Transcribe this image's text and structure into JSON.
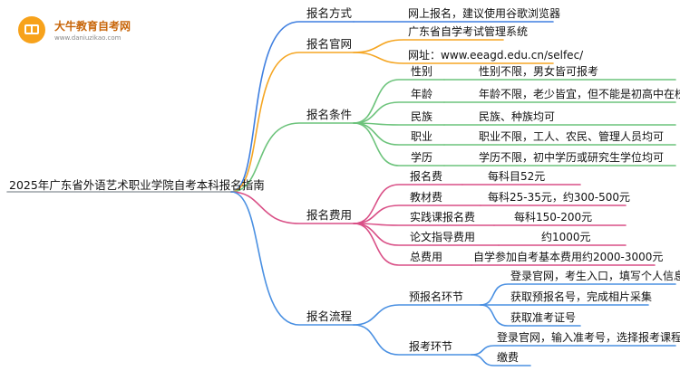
{
  "logo": {
    "name": "大牛教育自考网",
    "url": "www.daniuzikao.com"
  },
  "root": "2025年广东省外语艺术职业学院自考本科报名指南",
  "colors": {
    "b1": "#3f7fe0",
    "b2": "#f5a623",
    "b3": "#6cc37b",
    "b4": "#d94f86",
    "b5": "#4a90e2",
    "root": "#9aa0a6"
  },
  "branches": {
    "method": {
      "label": "报名方式",
      "leaf": "网上报名，建议使用谷歌浏览器"
    },
    "site": {
      "label": "报名官网",
      "leaf1": "广东省自学考试管理系统",
      "leaf2": "网址：www.eeagd.edu.cn/selfec/"
    },
    "cond": {
      "label": "报名条件",
      "items": [
        {
          "k": "性别",
          "v": "性别不限，男女皆可报考"
        },
        {
          "k": "年龄",
          "v": "年龄不限，老少皆宜，但不能是初高中在校生"
        },
        {
          "k": "民族",
          "v": "民族、种族均可"
        },
        {
          "k": "职业",
          "v": "职业不限，工人、农民、管理人员均可"
        },
        {
          "k": "学历",
          "v": "学历不限，初中学历或研究生学位均可"
        }
      ]
    },
    "fee": {
      "label": "报名费用",
      "items": [
        {
          "k": "报名费",
          "v": "每科目52元"
        },
        {
          "k": "教材费",
          "v": "每科25-35元，约300-500元"
        },
        {
          "k": "实践课报名费",
          "v": "每科150-200元"
        },
        {
          "k": "论文指导费用",
          "v": "约1000元"
        },
        {
          "k": "总费用",
          "v": "自学参加自考基本费用约2000-3000元"
        }
      ]
    },
    "flow": {
      "label": "报名流程",
      "pre": {
        "label": "预报名环节",
        "items": [
          "登录官网，考生入口，填写个人信息",
          "获取预报名号，完成相片采集",
          "获取准考证号"
        ]
      },
      "reg": {
        "label": "报考环节",
        "items": [
          "登录官网，输入准考号，选择报考课程",
          "缴费"
        ]
      }
    }
  }
}
